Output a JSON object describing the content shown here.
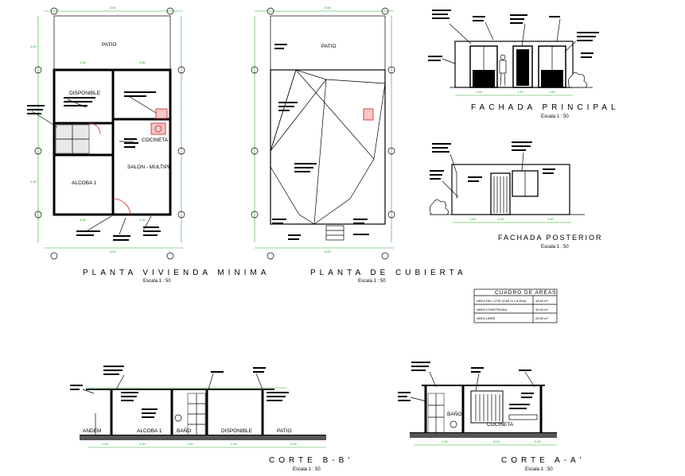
{
  "views": {
    "plan": {
      "title": "PLANTA  VIVIENDA  MINIMA",
      "scale": "Escala   1 : 50",
      "rooms": {
        "patio": "PATIO",
        "disponible": "DISPONIBLE",
        "cocineta": "COCINETA",
        "salon": "SALON - MULTIPL",
        "alcoba": "ALCOBA 1"
      }
    },
    "roof": {
      "title": "PLANTA  DE  CUBIERTA",
      "scale": "Escala   1 : 50",
      "patio": "PATIO"
    },
    "front": {
      "title": "FACHADA   PRINCIPAL",
      "scale": "Escala   1 : 50"
    },
    "rear": {
      "title": "FACHADA  POSTERIOR",
      "scale": "Escala   1 : 50"
    },
    "section_bb": {
      "title": "CORTE   B-B'",
      "scale": "Escala   1 : 50",
      "labels": {
        "andem": "ANDEM",
        "alcoba": "ALCOBA 1",
        "bano": "BAÑO",
        "disponible": "DISPONIBLE",
        "patio": "PATIO"
      }
    },
    "section_aa": {
      "title": "CORTE   A-A'",
      "scale": "Escala   1 : 50",
      "labels": {
        "bano": "BAÑO",
        "cocineta": "COCINETA"
      }
    }
  },
  "area_table": {
    "title": "CUADRO  DE  AREAS",
    "rows": [
      {
        "label": "AREA DEL LOTE (5,60 m x 8,00m)",
        "value": "44,80 m²"
      },
      {
        "label": "AREA CONSTRUIDA",
        "value": "32,00 m²"
      },
      {
        "label": "AREA LIBRE",
        "value": "28,80 m²"
      }
    ]
  },
  "colors": {
    "dimension": "#22aa22",
    "door_swing": "#d02020",
    "wall": "#000000"
  }
}
